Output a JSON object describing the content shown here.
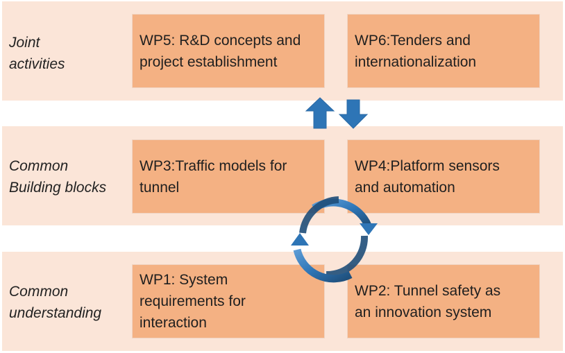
{
  "rows": [
    {
      "label": "Joint\nactivities",
      "left_box": "WP5: R&D concepts and\nproject establishment",
      "right_box": "WP6:Tenders and\ninternationalization"
    },
    {
      "label": "Common\nBuilding blocks",
      "left_box": "WP3:Traffic models for\ntunnel",
      "right_box": "WP4:Platform sensors\nand automation"
    },
    {
      "label": "Common\nunderstanding",
      "left_box": "WP1: System\nrequirements for\ninteraction",
      "right_box": "WP2: Tunnel safety as\nan innovation system"
    }
  ],
  "icons": {
    "up_arrow": "up-arrow-icon",
    "down_arrow": "down-arrow-icon",
    "cycle": "cycle-arrows-icon"
  },
  "colors": {
    "band": "#fbe5d8",
    "box": "#f4b183",
    "arrow": "#2e75b6"
  }
}
